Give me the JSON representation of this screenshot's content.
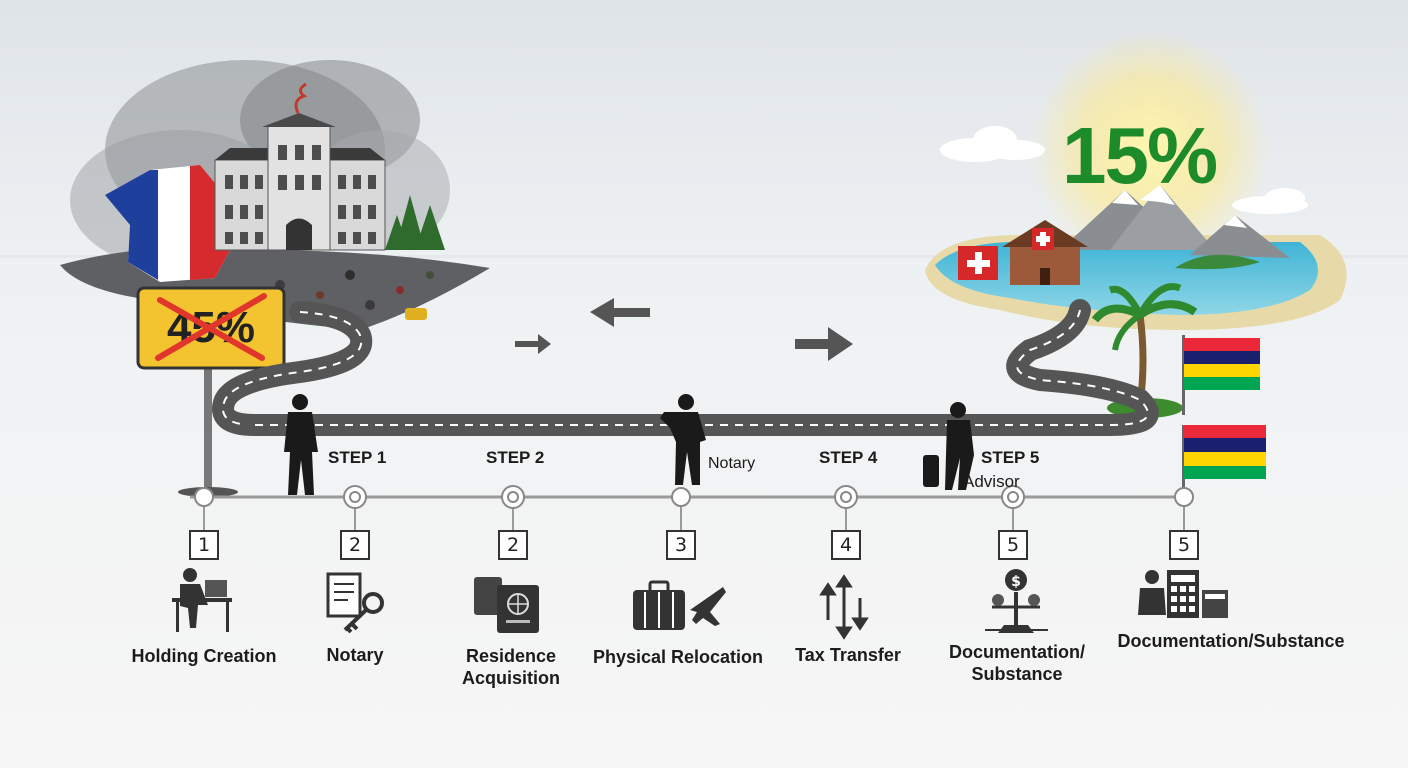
{
  "left_panel": {
    "crossed_rate": "45%"
  },
  "right_panel": {
    "target_rate": "15%"
  },
  "road_labels": {
    "step1": "STEP 1",
    "step2": "STEP 2",
    "notary": "Notary",
    "step4": "STEP 4",
    "step5": "STEP 5",
    "advisor": "Advisor"
  },
  "timeline": [
    {
      "number": "1",
      "caption": "Holding Creation",
      "icon": "desk-worker-icon"
    },
    {
      "number": "2",
      "caption": "Notary",
      "icon": "document-key-icon"
    },
    {
      "number": "2",
      "caption": "Residence Acquisition",
      "icon": "passport-icon"
    },
    {
      "number": "3",
      "caption": "Physical Relocation",
      "icon": "luggage-plane-icon"
    },
    {
      "number": "4",
      "caption": "Tax Transfer",
      "icon": "transfer-arrows-icon"
    },
    {
      "number": "5",
      "caption": "Documentation/ Substance",
      "icon": "money-scale-icon"
    },
    {
      "number": "5",
      "caption": "Documentation/Substance",
      "icon": "calculator-person-icon"
    }
  ]
}
